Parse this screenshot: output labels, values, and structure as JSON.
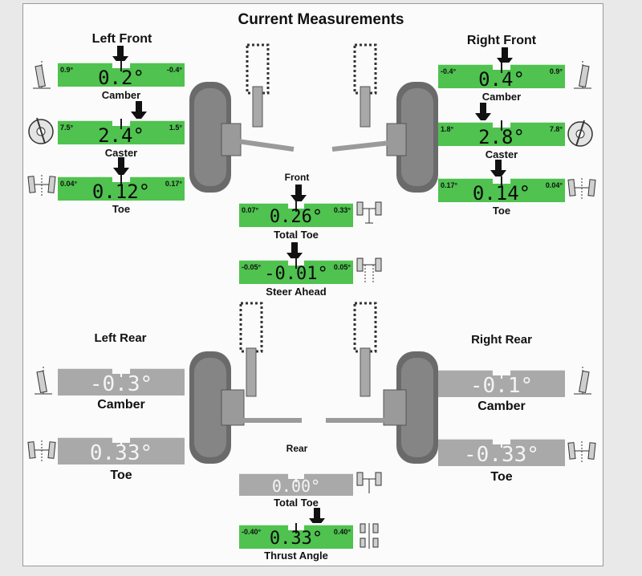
{
  "title": "Current Measurements",
  "headings": {
    "left_front": "Left Front",
    "right_front": "Right Front",
    "left_rear": "Left Rear",
    "right_rear": "Right Rear",
    "front": "Front",
    "rear": "Rear"
  },
  "gauges": {
    "lf_camber": {
      "label": "Camber",
      "value": "0.2°",
      "min": "0.9°",
      "max": "-0.4°"
    },
    "lf_caster": {
      "label": "Caster",
      "value": "2.4°",
      "min": "7.5°",
      "max": "1.5°"
    },
    "lf_toe": {
      "label": "Toe",
      "value": "0.12°",
      "min": "0.04°",
      "max": "0.17°"
    },
    "rf_camber": {
      "label": "Camber",
      "value": "0.4°",
      "min": "-0.4°",
      "max": "0.9°"
    },
    "rf_caster": {
      "label": "Caster",
      "value": "2.8°",
      "min": "1.8°",
      "max": "7.8°"
    },
    "rf_toe": {
      "label": "Toe",
      "value": "0.14°",
      "min": "0.17°",
      "max": "0.04°"
    },
    "front_total_toe": {
      "label": "Total Toe",
      "value": "0.26°",
      "min": "0.07°",
      "max": "0.33°"
    },
    "steer_ahead": {
      "label": "Steer Ahead",
      "value": "-0.01°",
      "min": "-0.05°",
      "max": "0.05°"
    },
    "lr_camber": {
      "label": "Camber",
      "value": "-0.3°"
    },
    "lr_toe": {
      "label": "Toe",
      "value": "0.33°"
    },
    "rr_camber": {
      "label": "Camber",
      "value": "-0.1°"
    },
    "rr_toe": {
      "label": "Toe",
      "value": "-0.33°"
    },
    "rear_total_toe": {
      "label": "Total Toe",
      "value": "0.00°"
    },
    "thrust_angle": {
      "label": "Thrust Angle",
      "value": "0.33°",
      "min": "-0.40°",
      "max": "0.40°"
    }
  },
  "colors": {
    "in_spec": "#4fc24f",
    "no_spec": "#a9a9a9"
  },
  "icons": [
    "camber-icon",
    "caster-icon",
    "toe-icon",
    "arrow-down-icon"
  ]
}
